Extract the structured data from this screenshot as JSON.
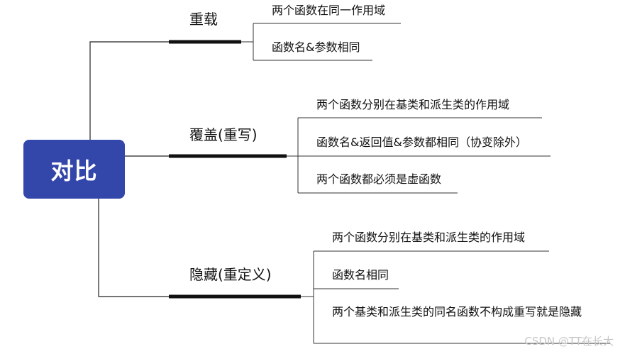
{
  "root": {
    "label": "对比"
  },
  "branches": [
    {
      "label": "重载",
      "leaves": [
        "两个函数在同一作用域",
        "函数名&参数相同"
      ]
    },
    {
      "label": "覆盖(重写)",
      "leaves": [
        "两个函数分别在基类和派生类的作用域",
        "函数名&返回值&参数都相同（协变除外）",
        "两个函数都必须是虚函数"
      ]
    },
    {
      "label": "隐藏(重定义)",
      "leaves": [
        "两个函数分别在基类和派生类的作用域",
        "函数名相同",
        "两个基类和派生类的同名函数不构成重写就是隐藏"
      ]
    }
  ],
  "watermark": "CSDN @TT在长大"
}
